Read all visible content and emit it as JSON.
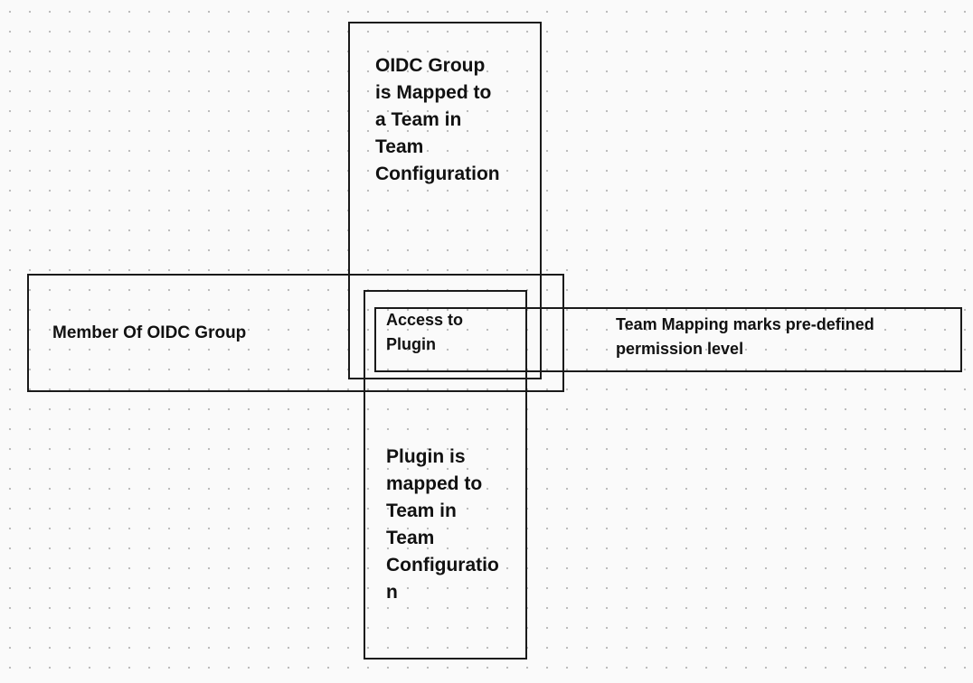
{
  "diagram": {
    "shapes": {
      "oidc_group_mapped": {
        "text": "OIDC Group\nis Mapped to\na Team in\nTeam\nConfiguration"
      },
      "member_of_oidc_group": {
        "text": "Member Of OIDC Group"
      },
      "access_to_plugin": {
        "text": "Access to\nPlugin"
      },
      "team_mapping_permission": {
        "text": "Team Mapping marks pre-defined\npermission level"
      },
      "plugin_mapped_to_team": {
        "text": "Plugin is\nmapped to\nTeam in\nTeam\nConfiguratio\nn"
      }
    }
  }
}
